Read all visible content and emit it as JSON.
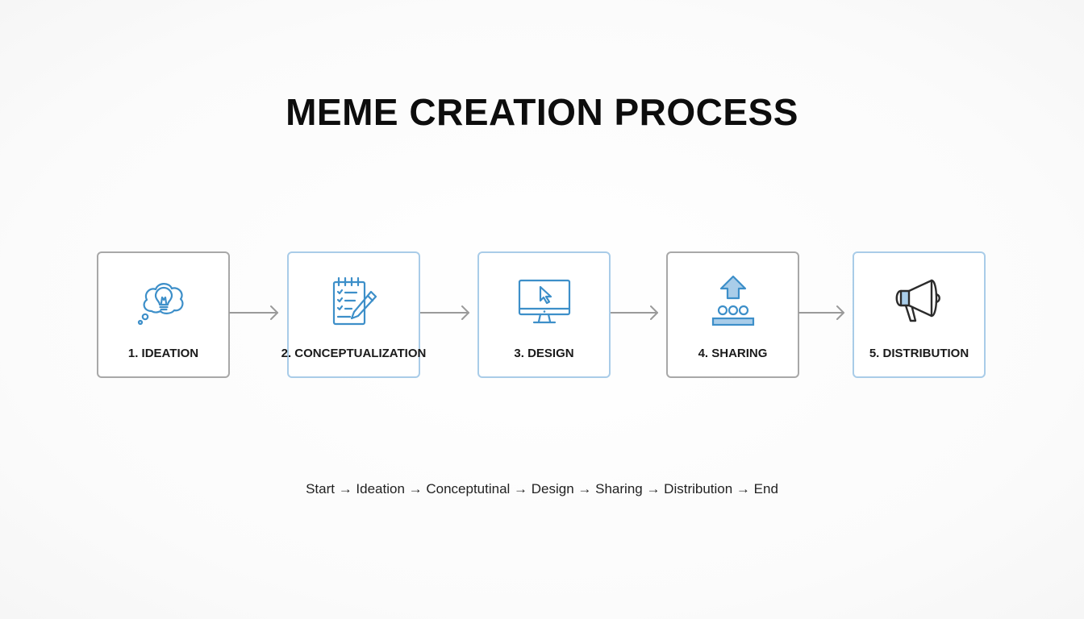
{
  "title": "MEME CREATION PROCESS",
  "steps": [
    {
      "label": "1. IDEATION",
      "icon": "lightbulb-thought-icon",
      "border": "gray"
    },
    {
      "label": "2. CONCEPTUALIZATION",
      "icon": "notepad-pencil-icon",
      "border": "blue"
    },
    {
      "label": "3. DESIGN",
      "icon": "monitor-cursor-icon",
      "border": "blue"
    },
    {
      "label": "4. SHARING",
      "icon": "upload-people-icon",
      "border": "gray"
    },
    {
      "label": "5. DISTRIBUTION",
      "icon": "megaphone-icon",
      "border": "blue"
    }
  ],
  "flow_text": "Start → Ideation → Conceptutinal → Design → Sharing → Distribution → End",
  "colors": {
    "icon_blue": "#3d8fc9",
    "icon_dark": "#2b2b2b",
    "icon_fill": "#a9cde9",
    "gray_border": "#a8a8a8",
    "blue_border": "#a9cce8",
    "arrow": "#9a9a9a"
  }
}
